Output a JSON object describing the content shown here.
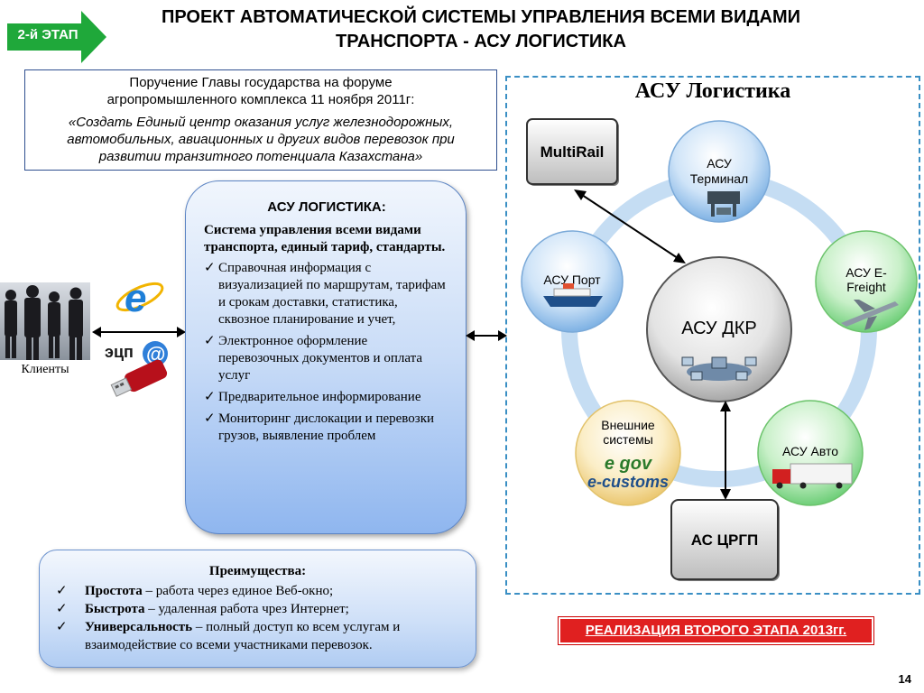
{
  "header": {
    "stage_badge": "2-й ЭТАП",
    "title_line1": "ПРОЕКТ АВТОМАТИЧЕСКОЙ СИСТЕМЫ УПРАВЛЕНИЯ  ВСЕМИ ВИДАМИ",
    "title_line2": "ТРАНСПОРТА -  АСУ ЛОГИСТИКА"
  },
  "order": {
    "line1": "Поручение Главы государства на форуме",
    "line2": "агропромышленного комплекса 11 ноября 2011г:",
    "quote_line1": "«Создать Единый центр оказания услуг железнодорожных,",
    "quote_line2": "автомобильных, авиационных и других видов перевозок при",
    "quote_line3": "развитии транзитного потенциала Казахстана»"
  },
  "clients": {
    "label": "Клиенты",
    "ecp_label": "эцп",
    "at_symbol": "@"
  },
  "card": {
    "title": "АСУ ЛОГИСТИКА:",
    "subtitle": "Система управления всеми видами транспорта, единый тариф, стандарты.",
    "check_mark": "✓",
    "items": [
      "Справочная информация с визуализацией по маршрутам, тарифам и срокам доставки, статистика, сквозное планирование и учет,",
      "Электронное оформление перевозочных документов и оплата услуг",
      "Предварительное информирование",
      "Мониторинг дислокации и перевозки грузов, выявление проблем"
    ]
  },
  "advantages": {
    "title": "Преимущества:",
    "check_mark": "✓",
    "items": [
      {
        "bold": "Простота",
        "text": " – работа через единое Веб-окно;"
      },
      {
        "bold": "Быстрота",
        "text": " – удаленная работа чрез Интернет;"
      },
      {
        "bold": "Универсальность",
        "text": " – полный доступ ко всем услугам и взаимодействие со всеми участниками перевозок."
      }
    ]
  },
  "diagram": {
    "title": "АСУ Логистика",
    "center": "АСУ ДКР",
    "multirail": "MultiRail",
    "acrgp": "АС ЦРГП",
    "terminal_line1": "АСУ",
    "terminal_line2": "Терминал",
    "port": "АСУ Порт",
    "efreight_line1": "АСУ E-",
    "efreight_line2": "Freight",
    "external_line1": "Внешние",
    "external_line2": "системы",
    "egov": "e gov",
    "ecustoms": "e-customs",
    "auto": "АСУ Авто"
  },
  "footer": {
    "banner": "РЕАЛИЗАЦИЯ ВТОРОГО ЭТАПА 2013гг.",
    "page_number": "14"
  },
  "colors": {
    "badge_green": "#1fa83a",
    "banner_red": "#e02020",
    "ring_blue": "#c5ddf3",
    "frame_blue": "#3a8fc4"
  }
}
